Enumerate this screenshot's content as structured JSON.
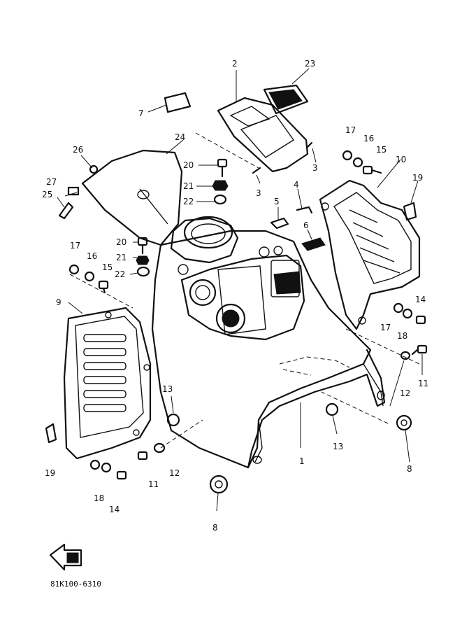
{
  "diagram_code": "81K100-6310",
  "callouts": [
    {
      "label": "1"
    },
    {
      "label": "2"
    },
    {
      "label": "3"
    },
    {
      "label": "3"
    },
    {
      "label": "4"
    },
    {
      "label": "5"
    },
    {
      "label": "6"
    },
    {
      "label": "7"
    },
    {
      "label": "8"
    },
    {
      "label": "8"
    },
    {
      "label": "9"
    },
    {
      "label": "10"
    },
    {
      "label": "11"
    },
    {
      "label": "11"
    },
    {
      "label": "12"
    },
    {
      "label": "12"
    },
    {
      "label": "13"
    },
    {
      "label": "13"
    },
    {
      "label": "14"
    },
    {
      "label": "14"
    },
    {
      "label": "15"
    },
    {
      "label": "15"
    },
    {
      "label": "16"
    },
    {
      "label": "16"
    },
    {
      "label": "17"
    },
    {
      "label": "17"
    },
    {
      "label": "17"
    },
    {
      "label": "18"
    },
    {
      "label": "18"
    },
    {
      "label": "19"
    },
    {
      "label": "19"
    },
    {
      "label": "20"
    },
    {
      "label": "20"
    },
    {
      "label": "21"
    },
    {
      "label": "21"
    },
    {
      "label": "22"
    },
    {
      "label": "22"
    },
    {
      "label": "23"
    },
    {
      "label": "24"
    },
    {
      "label": "25"
    },
    {
      "label": "26"
    },
    {
      "label": "27"
    }
  ]
}
